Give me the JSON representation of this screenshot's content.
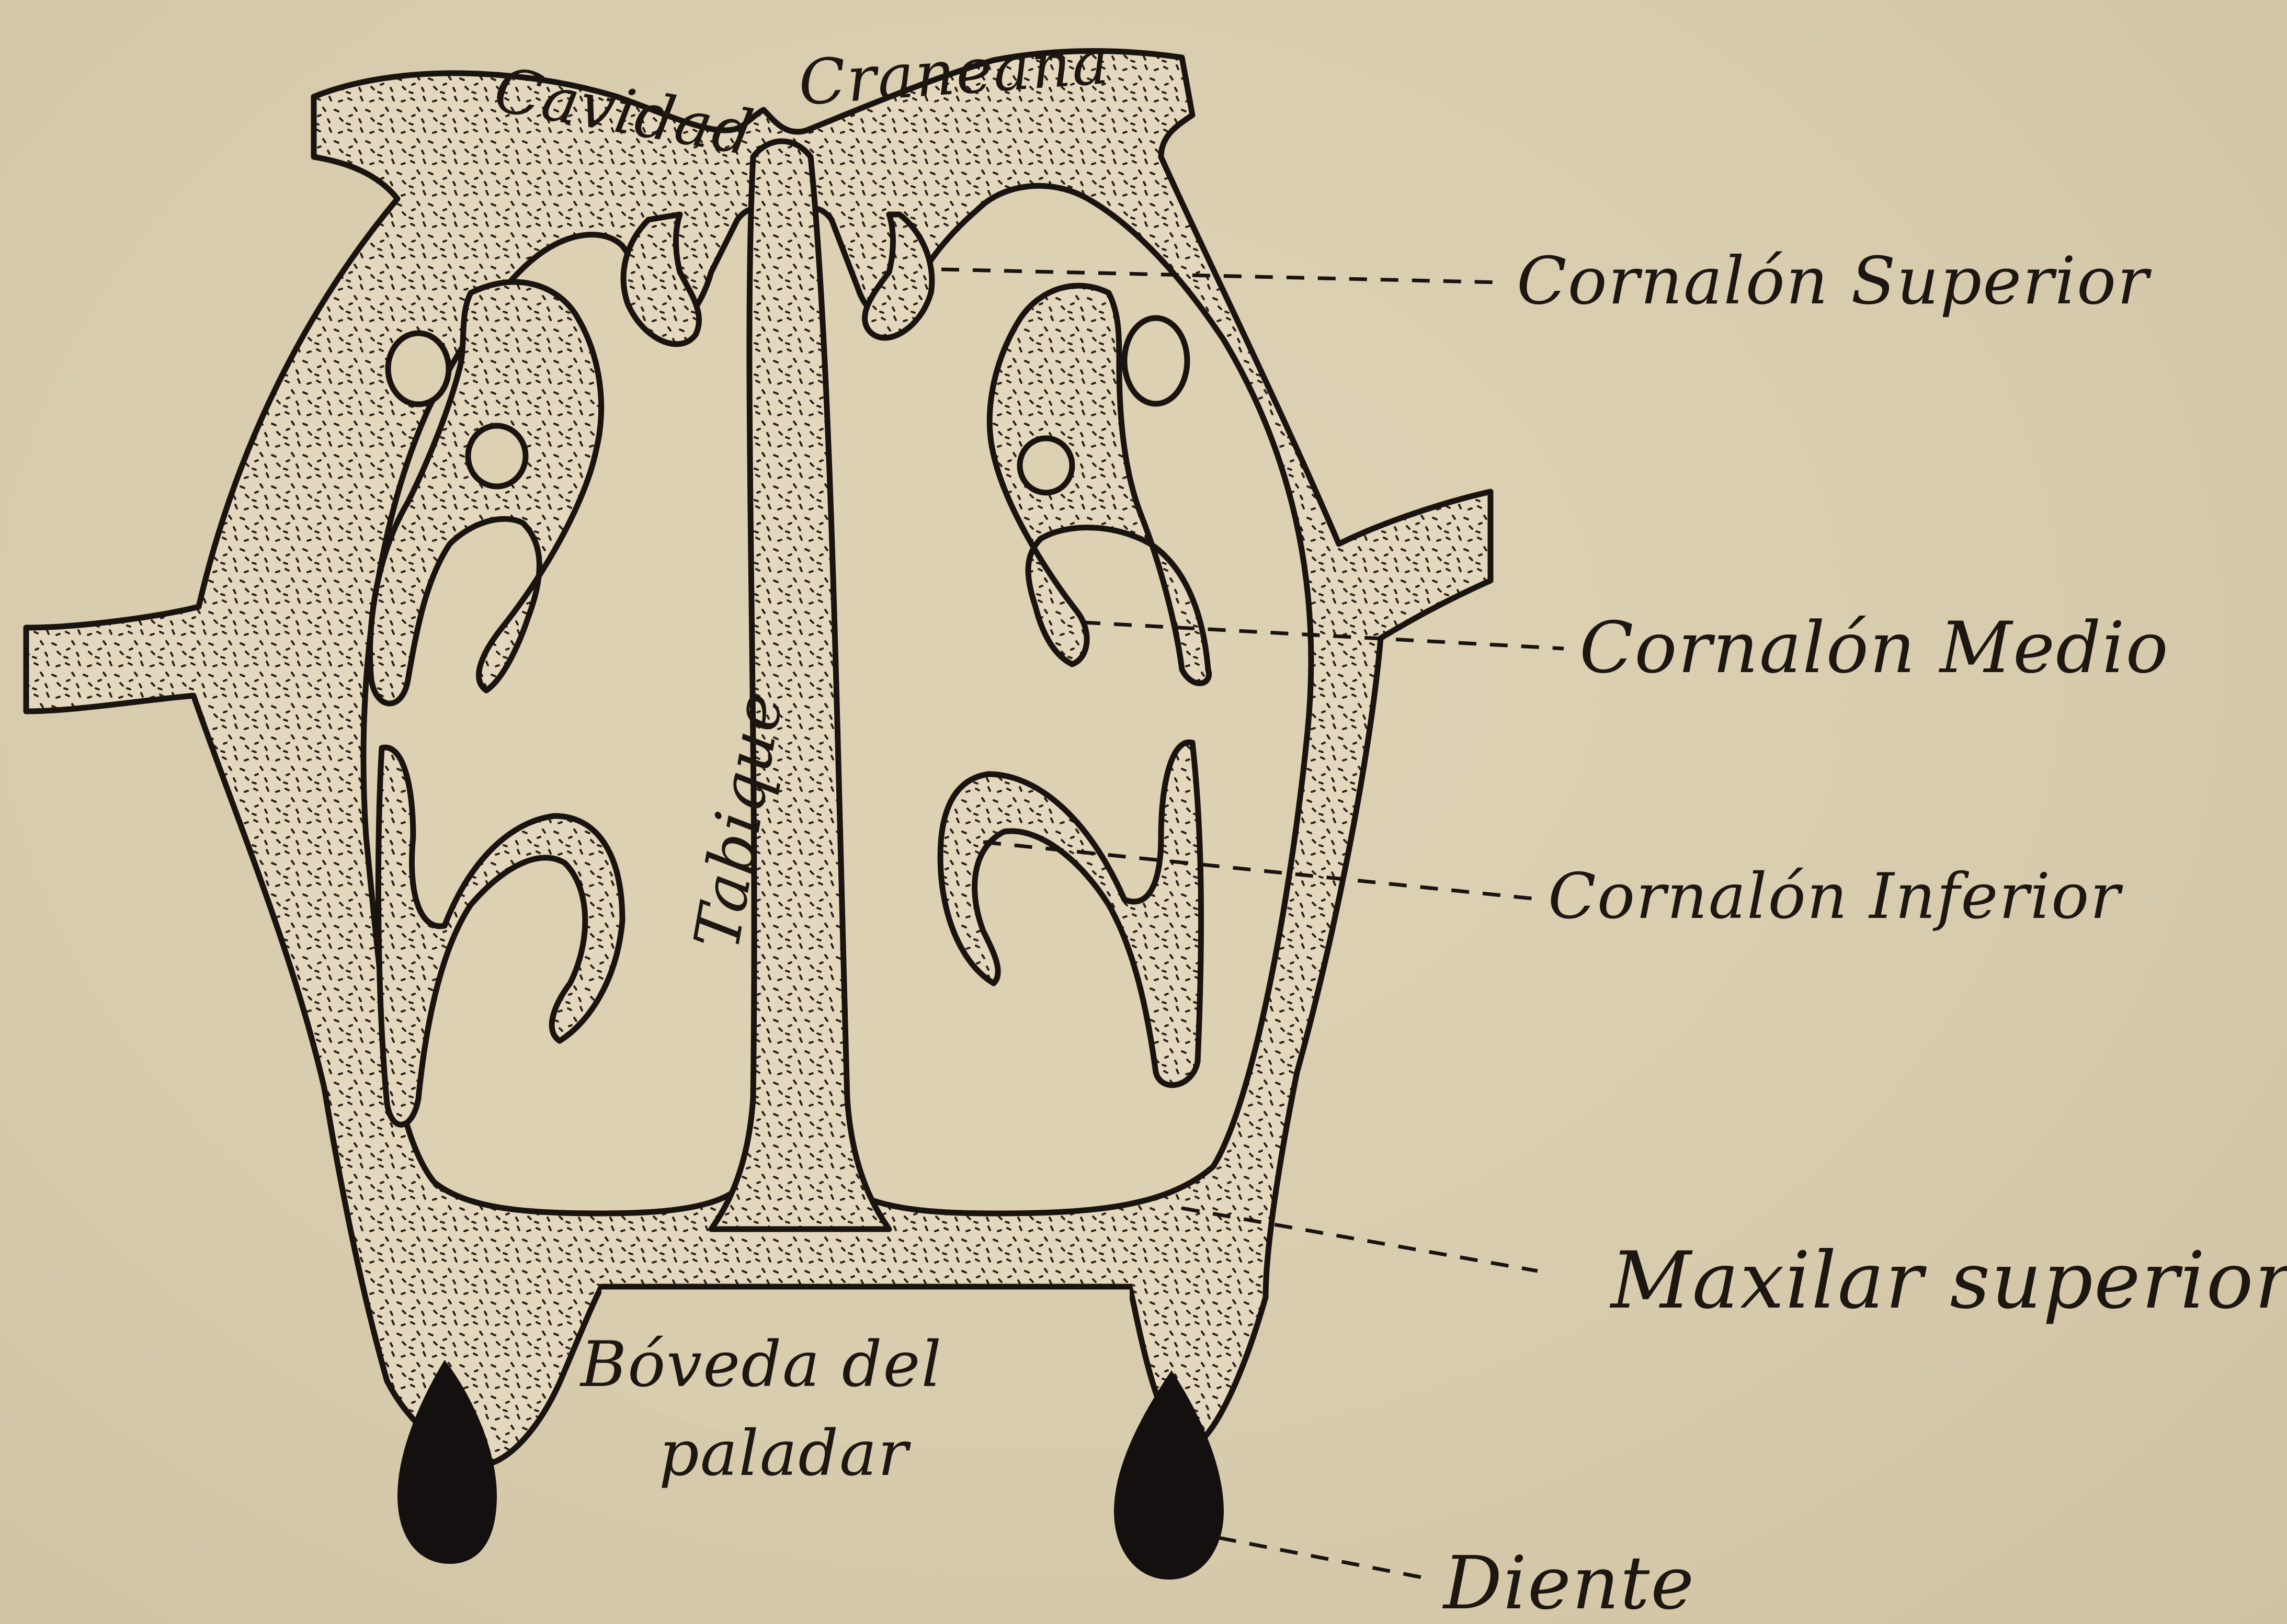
{
  "labels": {
    "cavidad": "Cavidad",
    "craneana": "Craneana",
    "cornalon_superior": "Cornalón Superior",
    "cornalon_medio": "Cornalón Medio",
    "cornalon_inferior": "Cornalón Inferior",
    "tabique": "Tabique",
    "maxilar_superior": "Maxilar superior",
    "boveda_1": "Bóveda del",
    "boveda_2": "paladar",
    "diente": "Diente"
  },
  "colors": {
    "paper": "#d9cdb0",
    "ink": "#1a1410",
    "tooth": "#141010"
  }
}
